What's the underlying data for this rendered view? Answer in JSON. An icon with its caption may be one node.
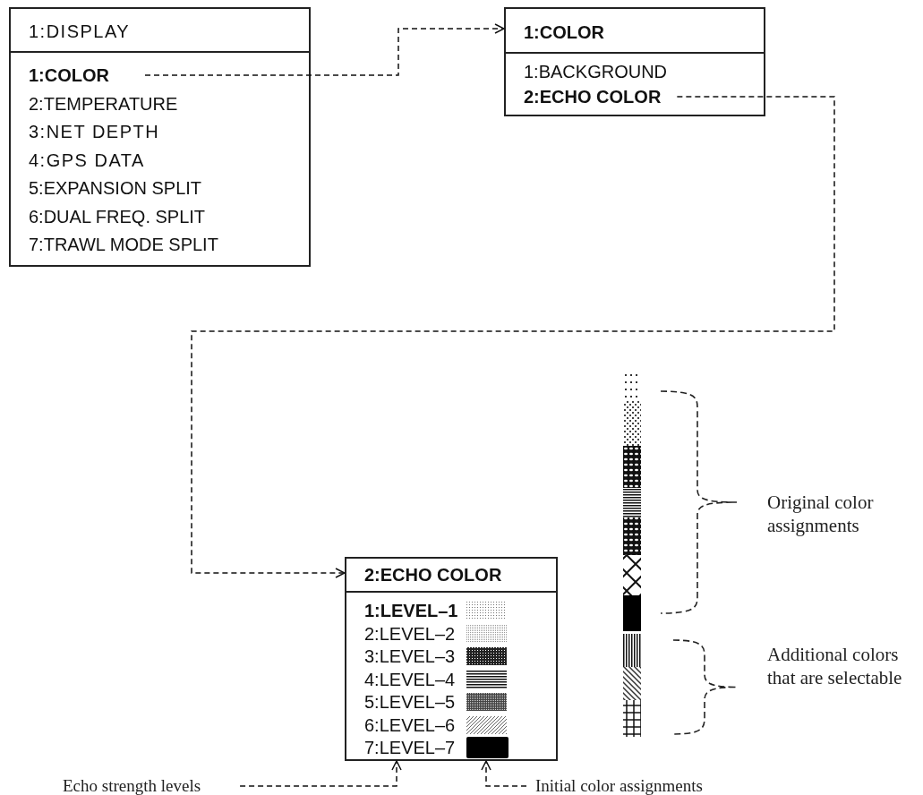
{
  "diagram": {
    "nodes": [
      {
        "text": [
          "1:DISPLAY",
          "2:TEMPERATURE",
          "3:NET DEPTH",
          "4:GPS DATA",
          "5:EXPANSION SPLIT",
          "6:DUAL FREQ. SPLIT",
          "7:TRAWL MODE SPLIT"
        ]
      },
      {
        "text": [
          "1:COLOR"
        ],
        "in": 0
      },
      {
        "text": [
          "1:COLOR",
          "1:BACKGROUND"
        ]
      },
      {
        "text": [
          "2:ECHO COLOR"
        ],
        "in": 2
      },
      {
        "text": [
          "2:ECHO COLOR",
          "1:LEVEL–1",
          "2:LEVEL–2",
          "3:LEVEL–3",
          "4:LEVEL–4",
          "5:LEVEL–5",
          "6:LEVEL–6",
          "7:LEVEL–7"
        ]
      },
      {
        "text": [
          "Echo strength levels"
        ]
      },
      {
        "text": [
          "Initial color assignments"
        ]
      }
    ],
    "edges": [
      {
        "from": 1,
        "to": 2,
        "arrow": "to",
        "style": "dashed"
      },
      {
        "from": 3,
        "to": 4,
        "arrow": "to",
        "style": "dashed"
      },
      {
        "from": 5,
        "to": 4,
        "arrow": "to",
        "style": "dashed"
      },
      {
        "from": 6,
        "to": 4,
        "arrow": "to",
        "style": "dashed"
      }
    ],
    "labels": [
      "Original color assignments",
      "Additional colors that are selectable"
    ]
  }
}
